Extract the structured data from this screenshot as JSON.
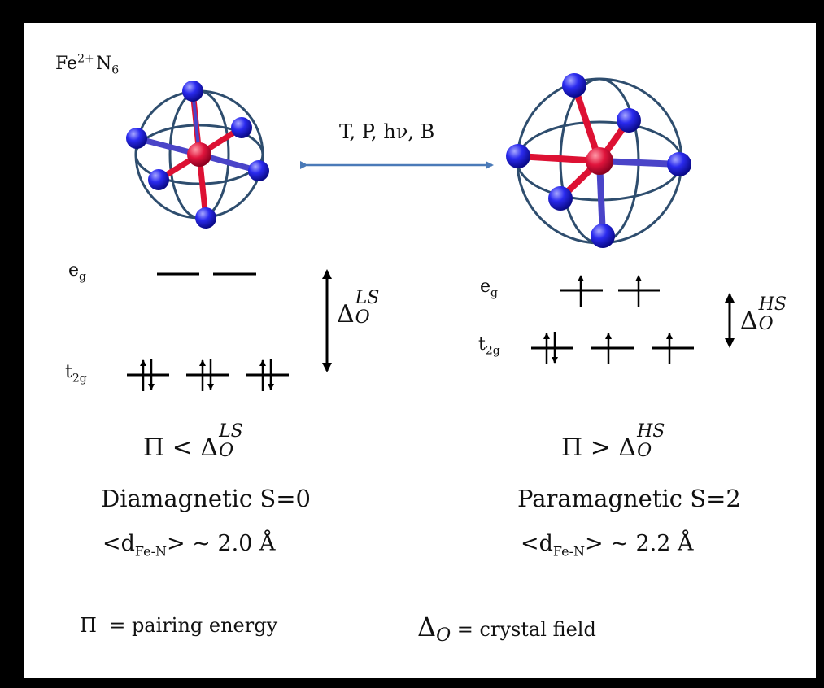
{
  "formula": {
    "base": "Fe",
    "charge": "2+",
    "ligand": "N",
    "ligand_count": "6"
  },
  "stimuli": "T, P, hν, B",
  "ls": {
    "eg": {
      "base": "e",
      "sub": "g"
    },
    "t2g": {
      "base": "t",
      "sub": "2g"
    },
    "delta": {
      "symbol": "Δ",
      "sub": "O",
      "sup": "LS"
    },
    "condition": {
      "pi": "Π",
      "op": " < "
    },
    "magnetism": "Diamagnetic S=0",
    "distance": {
      "open": "<d",
      "sub": "Fe-N",
      "close": "> ~ 2.0 Å"
    }
  },
  "hs": {
    "eg": {
      "base": "e",
      "sub": "g"
    },
    "t2g": {
      "base": "t",
      "sub": "2g"
    },
    "delta": {
      "symbol": "Δ",
      "sub": "O",
      "sup": "HS"
    },
    "condition": {
      "pi": "Π",
      "op": " > "
    },
    "magnetism": "Paramagnetic S=2",
    "distance": {
      "open": "<d",
      "sub": "Fe-N",
      "close": "> ~ 2.2 Å"
    }
  },
  "legend": {
    "pi": {
      "symbol": "Π",
      "text": " = pairing energy"
    },
    "delta": {
      "symbol": "Δ",
      "sub": "O",
      "text": " = crystal field"
    }
  },
  "colors": {
    "ligand_atom": "#2222dd",
    "metal_atom": "#dd1133",
    "sphere_line": "#2e4d6e",
    "switch_arrow": "#4a7ab8",
    "level_line": "#000000"
  }
}
